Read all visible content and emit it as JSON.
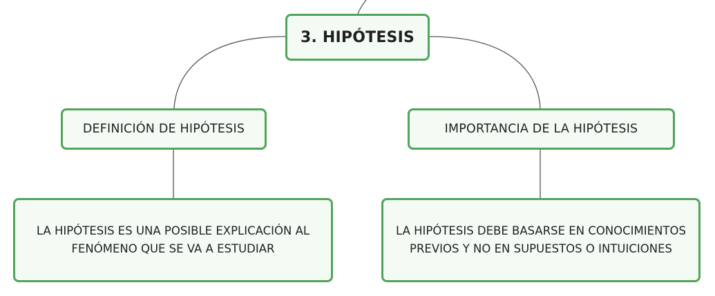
{
  "colors": {
    "node_border": "#4fa558",
    "node_fill": "#f4fbf4",
    "connector": "#555555"
  },
  "mindmap": {
    "root": {
      "label": "3. HIPÓTESIS"
    },
    "branches": [
      {
        "label": "DEFINICIÓN DE HIPÓTESIS",
        "detail": "LA HIPÓTESIS ES UNA POSIBLE EXPLICACIÓN AL FENÓMENO QUE SE VA A ESTUDIAR"
      },
      {
        "label": "IMPORTANCIA DE LA HIPÓTESIS",
        "detail": "LA HIPÓTESIS DEBE BASARSE EN CONOCIMIENTOS PREVIOS Y NO EN SUPUESTOS O INTUICIONES"
      }
    ]
  }
}
